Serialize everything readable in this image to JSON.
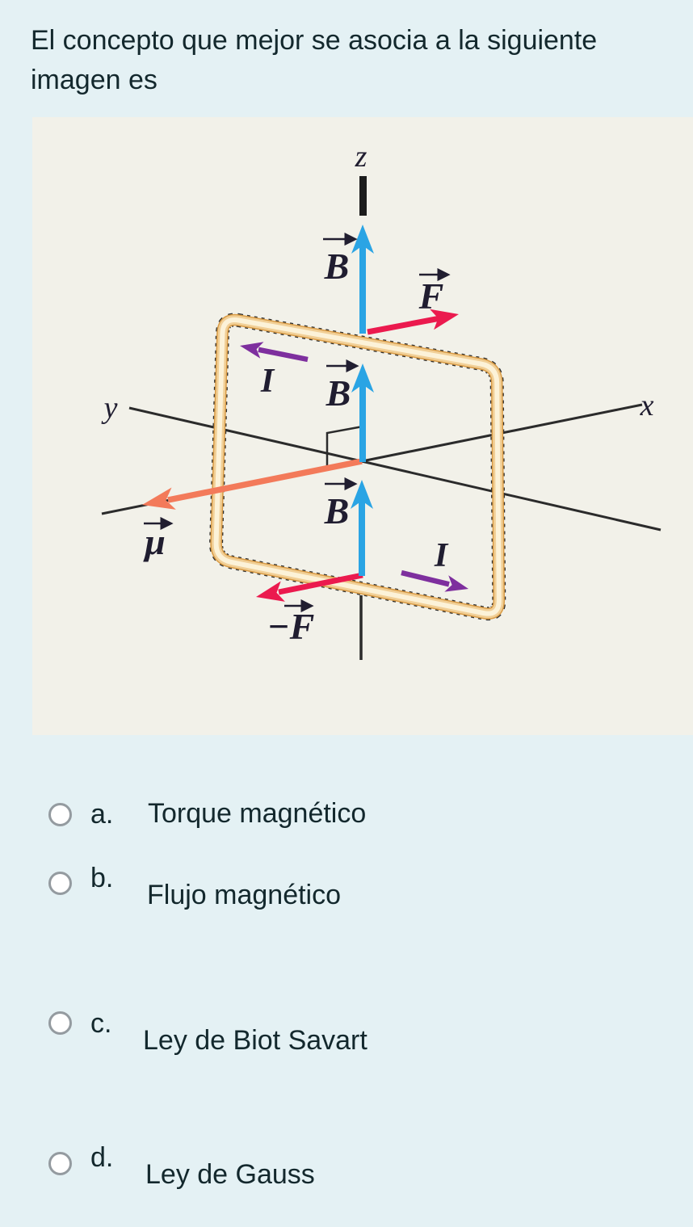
{
  "question": {
    "line1": "El concepto que mejor se asocia a la siguiente",
    "line2": "imagen es"
  },
  "figure": {
    "axes": {
      "x": "x",
      "y": "y",
      "z": "z"
    },
    "labels": {
      "field": "B",
      "force": "F",
      "neg_force": "−F",
      "moment": "μ",
      "current": "I"
    },
    "colors": {
      "field_blue": "#2aa4e4",
      "force_red": "#eb1a4e",
      "moment_salmon": "#f37a5a",
      "current_purple": "#7e2f9e",
      "wire_tan": "#f1cf96",
      "panel_cream": "#f2f1e9",
      "page_background": "#e4f1f4",
      "text_dark": "#13282d"
    }
  },
  "options": [
    {
      "letter": "a.",
      "label": "Torque magnético",
      "selected": false
    },
    {
      "letter": "b.",
      "label": "Flujo magnético",
      "selected": false
    },
    {
      "letter": "c.",
      "label": "Ley de Biot Savart",
      "selected": false
    },
    {
      "letter": "d.",
      "label": "Ley de Gauss",
      "selected": false
    }
  ]
}
